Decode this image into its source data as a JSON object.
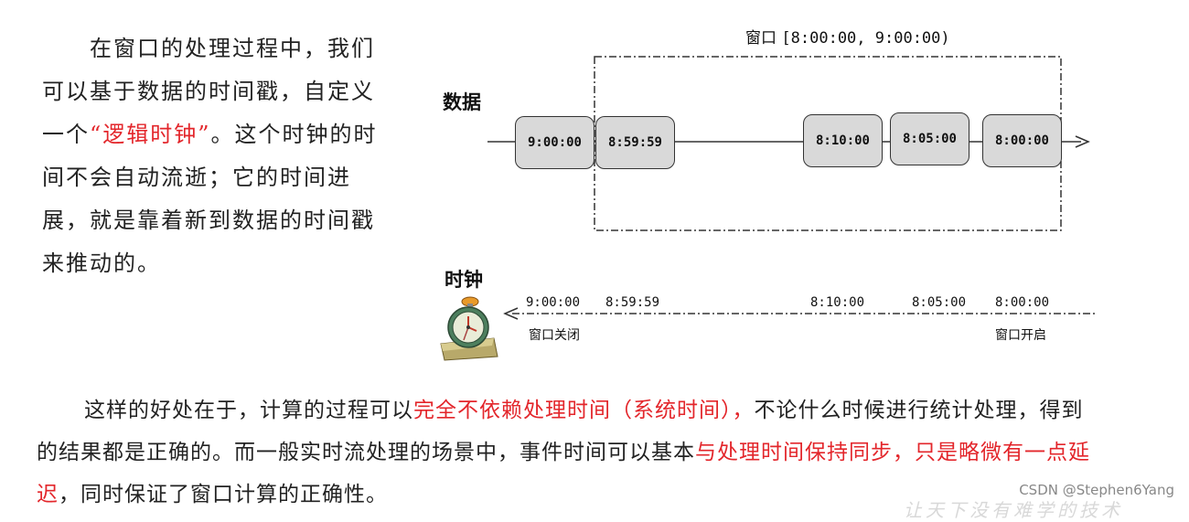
{
  "left_paragraph": {
    "part1": "在窗口的处理过程中，我们可以基于数据的时间戳，自定义一个",
    "highlight": "“逻辑时钟”",
    "part2": "。这个时钟的时间不会自动流逝；它的时间进展，就是靠着新到数据的时间戳来推动的。"
  },
  "diagram": {
    "window_label_cn": "窗口",
    "window_label_range": "[8:00:00, 9:00:00)",
    "data_label": "数据",
    "data_boxes": [
      "9:00:00",
      "8:59:59",
      "8:10:00",
      "8:05:00",
      "8:00:00"
    ],
    "clock_label": "时钟",
    "clock_ticks": [
      "9:00:00",
      "8:59:59",
      "8:10:00",
      "8:05:00",
      "8:00:00"
    ],
    "window_close": "窗口关闭",
    "window_open": "窗口开启"
  },
  "bottom_paragraph": {
    "s1": "这样的好处在于，计算的过程可以",
    "r1": "完全不依赖处理时间（系统时间），",
    "s2": "不论什么时候进行统计处理，得到的结果都是正确的。而一般实时流处理的场景中，事件时间可以基本",
    "r2": "与处理时间保持同步，只是略微有一点延迟",
    "s3": "，同时保证了窗口计算的正确性。"
  },
  "watermark": "CSDN @Stephen6Yang",
  "faint_text": "让天下没有难学的技术",
  "colors": {
    "highlight": "#e3262b",
    "box_fill": "#d9d9d9",
    "clock_face": "#c8d6a0"
  }
}
